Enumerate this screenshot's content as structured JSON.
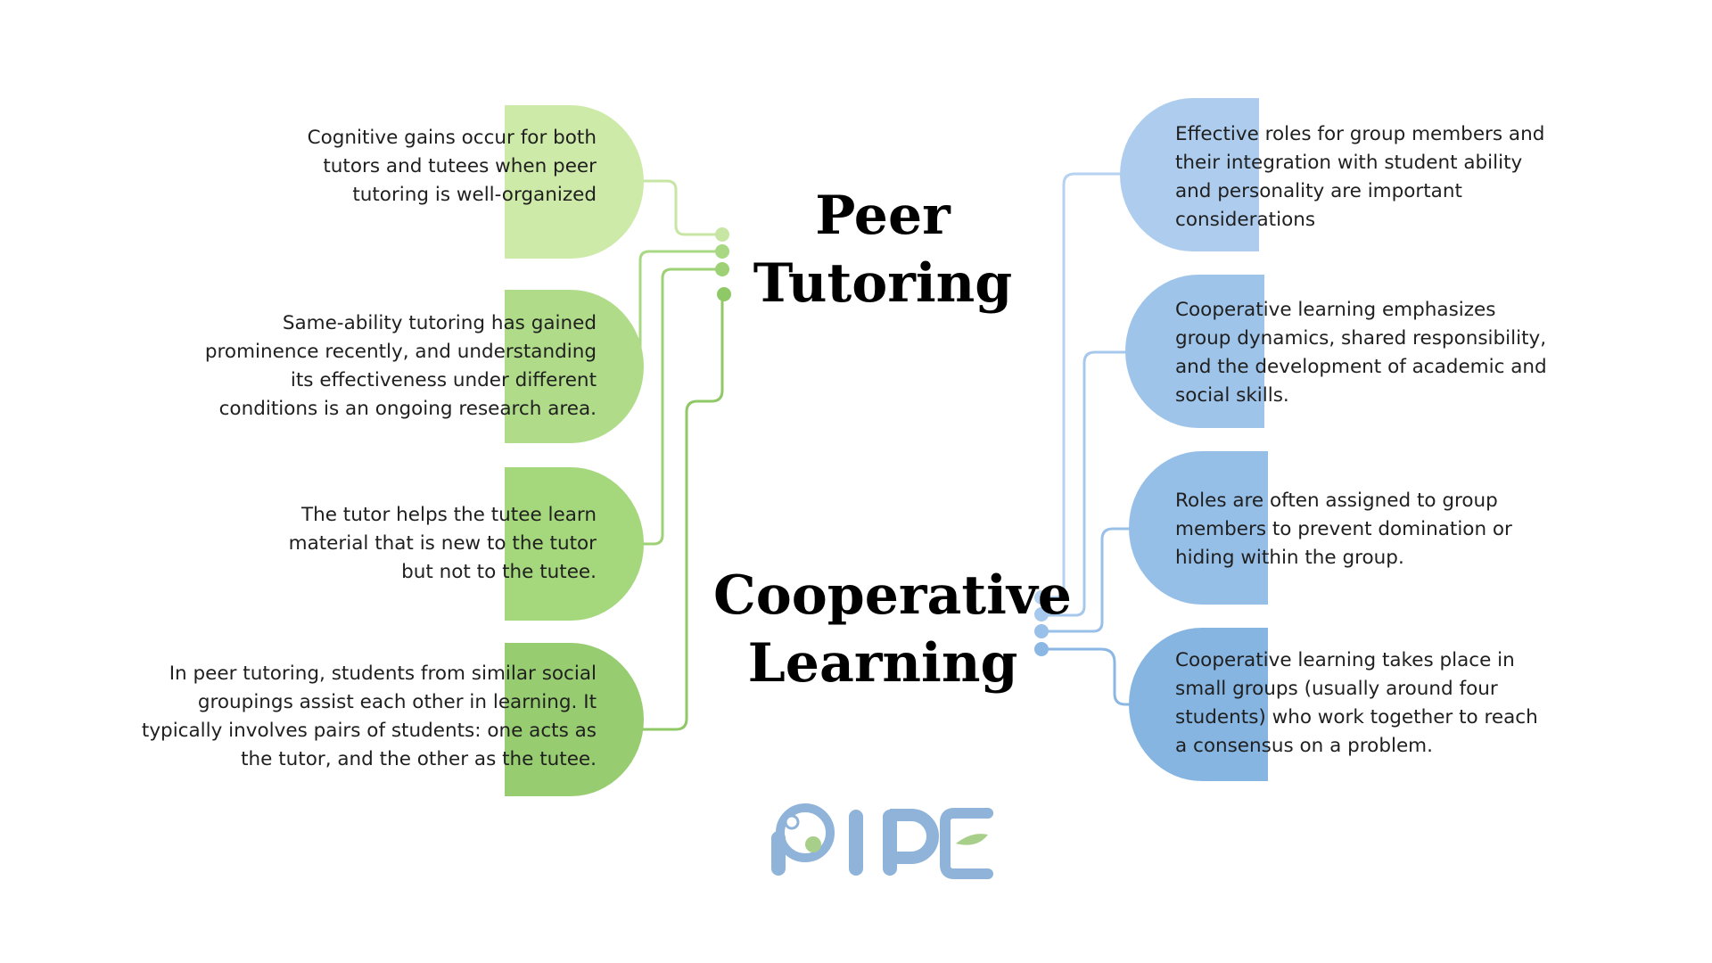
{
  "titles": {
    "peer": [
      "Peer",
      "Tutoring"
    ],
    "coop": [
      "Cooperative",
      "Learning"
    ]
  },
  "peer_tutoring": {
    "color_scale": [
      "#cdeaa8",
      "#b0dc89",
      "#a5d77d",
      "#97cd70"
    ],
    "line_colors": [
      "#c7e6a3",
      "#a8d884",
      "#9ed176",
      "#8fc866"
    ],
    "items": [
      "Cognitive gains occur for both tutors and tutees when peer tutoring is well-organized",
      "Same-ability tutoring has gained prominence recently, and understanding its effectiveness under different conditions is an ongoing research area.",
      "The tutor helps the tutee learn material that is new to the tutor but not to the tutee.",
      "In peer tutoring, students from similar social groupings assist each other in learning. It typically involves pairs of students: one acts as the tutor, and the other as the tutee."
    ],
    "lines": [
      [
        "Cognitive gains occur for both",
        "tutors and tutees when peer",
        "tutoring is well-organized"
      ],
      [
        "Same-ability tutoring has gained",
        "prominence recently, and understanding",
        "its effectiveness under different",
        "conditions is an ongoing research area."
      ],
      [
        "The tutor helps the tutee learn",
        "material that is new to the tutor",
        "but not to the tutee."
      ],
      [
        "In peer tutoring, students from similar social",
        "groupings assist each other in learning. It",
        "typically involves pairs of students: one acts as",
        "the tutor, and the other as the tutee."
      ]
    ]
  },
  "cooperative_learning": {
    "color_scale": [
      "#aecdee",
      "#9fc4ea",
      "#96bfe8",
      "#86b5e2"
    ],
    "line_colors": [
      "#b5d2f0",
      "#a6c8ec",
      "#99c0e8",
      "#8ab7e3"
    ],
    "lines": [
      [
        "Effective roles for group members and",
        "their integration with student ability",
        "and personality are important",
        "considerations"
      ],
      [
        "Cooperative learning emphasizes",
        "group dynamics, shared responsibility,",
        "and the development of academic and",
        "social skills."
      ],
      [
        "Roles are often assigned to group",
        "members to prevent domination or",
        "hiding within the group."
      ],
      [
        "Cooperative learning takes place in",
        "small groups (usually around four",
        "students) who work together to reach",
        "a consensus on a problem."
      ]
    ]
  },
  "logo": {
    "text": "PIPE",
    "colors": [
      "#8fb3d9",
      "#a8cf8a"
    ]
  }
}
